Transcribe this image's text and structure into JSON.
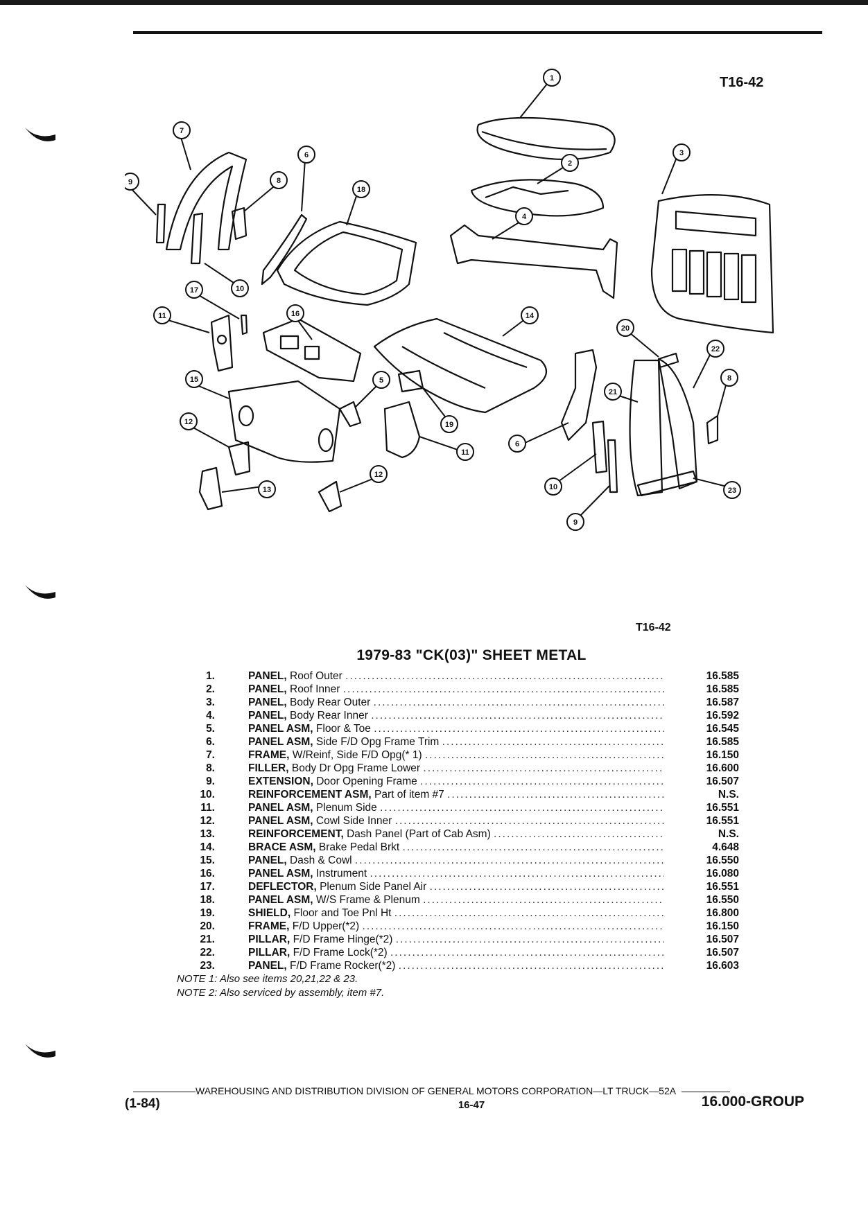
{
  "figure": {
    "id_top": "T16-42",
    "id_bottom": "T16-42"
  },
  "callouts": [
    "1",
    "2",
    "3",
    "4",
    "5",
    "6",
    "7",
    "8",
    "9",
    "10",
    "11",
    "12",
    "13",
    "14",
    "15",
    "16",
    "17",
    "18",
    "19",
    "20",
    "21",
    "22",
    "23",
    "6",
    "8",
    "9",
    "10",
    "11",
    "12"
  ],
  "title": "1979-83 \"CK(03)\" SHEET METAL",
  "parts": [
    {
      "num": "1.",
      "name": "PANEL,",
      "desc": "Roof Outer",
      "group": "16.585"
    },
    {
      "num": "2.",
      "name": "PANEL,",
      "desc": "Roof Inner",
      "group": "16.585"
    },
    {
      "num": "3.",
      "name": "PANEL,",
      "desc": "Body Rear Outer",
      "group": "16.587"
    },
    {
      "num": "4.",
      "name": "PANEL,",
      "desc": "Body Rear Inner",
      "group": "16.592"
    },
    {
      "num": "5.",
      "name": "PANEL ASM,",
      "desc": "Floor & Toe",
      "group": "16.545"
    },
    {
      "num": "6.",
      "name": "PANEL ASM,",
      "desc": "Side F/D Opg Frame Trim",
      "group": "16.585"
    },
    {
      "num": "7.",
      "name": "FRAME,",
      "desc": "W/Reinf, Side F/D Opg(* 1)",
      "group": "16.150"
    },
    {
      "num": "8.",
      "name": "FILLER,",
      "desc": "Body Dr Opg Frame Lower",
      "group": "16.600"
    },
    {
      "num": "9.",
      "name": "EXTENSION,",
      "desc": "Door Opening Frame",
      "group": "16.507"
    },
    {
      "num": "10.",
      "name": "REINFORCEMENT ASM,",
      "desc": "Part of item #7",
      "group": "N.S."
    },
    {
      "num": "11.",
      "name": "PANEL ASM,",
      "desc": "Plenum Side",
      "group": "16.551"
    },
    {
      "num": "12.",
      "name": "PANEL ASM,",
      "desc": "Cowl Side Inner",
      "group": "16.551"
    },
    {
      "num": "13.",
      "name": "REINFORCEMENT,",
      "desc": "Dash Panel (Part of Cab Asm)",
      "group": "N.S."
    },
    {
      "num": "14.",
      "name": "BRACE ASM,",
      "desc": "Brake Pedal Brkt",
      "group": "4.648"
    },
    {
      "num": "15.",
      "name": "PANEL,",
      "desc": "Dash & Cowl",
      "group": "16.550"
    },
    {
      "num": "16.",
      "name": "PANEL ASM,",
      "desc": "Instrument",
      "group": "16.080"
    },
    {
      "num": "17.",
      "name": "DEFLECTOR,",
      "desc": "Plenum Side Panel Air",
      "group": "16.551"
    },
    {
      "num": "18.",
      "name": "PANEL ASM,",
      "desc": "W/S Frame & Plenum",
      "group": "16.550"
    },
    {
      "num": "19.",
      "name": "SHIELD,",
      "desc": "Floor and Toe Pnl Ht",
      "group": "16.800"
    },
    {
      "num": "20.",
      "name": "FRAME,",
      "desc": "F/D Upper(*2)",
      "group": "16.150"
    },
    {
      "num": "21.",
      "name": "PILLAR,",
      "desc": "F/D Frame Hinge(*2)",
      "group": "16.507"
    },
    {
      "num": "22.",
      "name": "PILLAR,",
      "desc": "F/D Frame Lock(*2)",
      "group": "16.507"
    },
    {
      "num": "23.",
      "name": "PANEL,",
      "desc": "F/D Frame Rocker(*2)",
      "group": "16.603"
    }
  ],
  "notes": {
    "note1": "NOTE 1: Also see items 20,21,22 & 23.",
    "note2": "NOTE 2: Also serviced by assembly, item #7."
  },
  "footer": {
    "division": "WAREHOUSING AND DISTRIBUTION  DIVISION OF GENERAL MOTORS CORPORATION—LT TRUCK—52A",
    "date": "(1-84)",
    "page": "16-47",
    "group": "16.000-GROUP"
  }
}
